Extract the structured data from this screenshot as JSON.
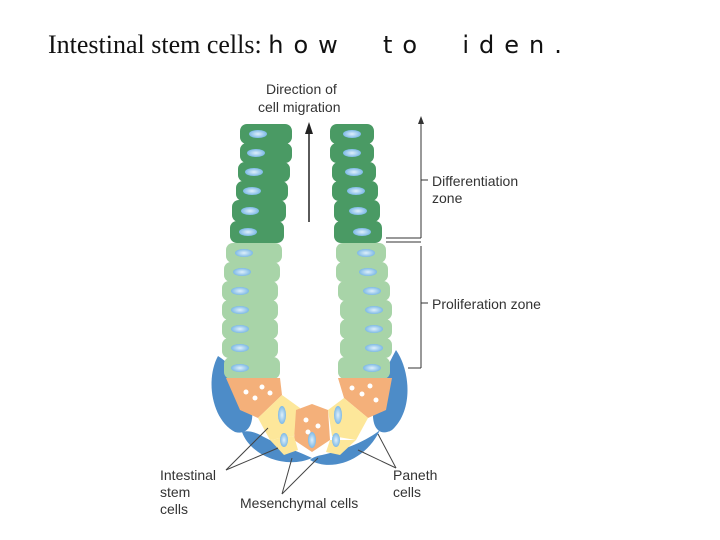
{
  "slide": {
    "title_main": "Intestinal stem cells: ",
    "title_spaced": "how  to  iden."
  },
  "diagram": {
    "migration_label_1": "Direction of",
    "migration_label_2": "cell migration",
    "differentiation_label_1": "Differentiation",
    "differentiation_label_2": "zone",
    "proliferation_label": "Proliferation zone",
    "stem_label_1": "Intestinal",
    "stem_label_2": "stem",
    "stem_label_3": "cells",
    "mesenchymal_label": "Mesenchymal cells",
    "paneth_label_1": "Paneth",
    "paneth_label_2": "cells",
    "colors": {
      "differentiated": "#4a9a64",
      "proliferating": "#a8d4a8",
      "paneth": "#f4b07a",
      "stem": "#fde79a",
      "mesenchymal": "#4d8cc8",
      "nucleus": "#8fc4ec"
    }
  }
}
